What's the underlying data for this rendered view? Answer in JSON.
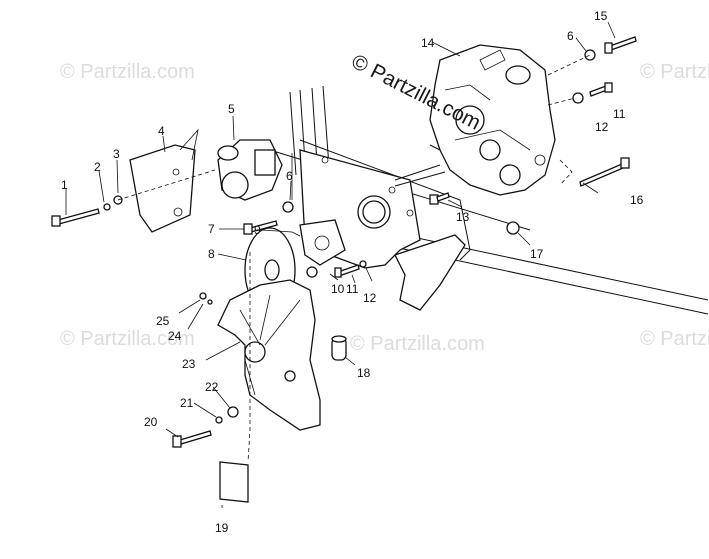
{
  "watermark": {
    "brand_text": "© Partzilla.com",
    "faint_text": "© Partzilla.com"
  },
  "callouts": [
    {
      "id": "1",
      "label": "1"
    },
    {
      "id": "2",
      "label": "2"
    },
    {
      "id": "3",
      "label": "3"
    },
    {
      "id": "4",
      "label": "4"
    },
    {
      "id": "5",
      "label": "5"
    },
    {
      "id": "6a",
      "label": "6"
    },
    {
      "id": "6b",
      "label": "6"
    },
    {
      "id": "7",
      "label": "7"
    },
    {
      "id": "8",
      "label": "8"
    },
    {
      "id": "9",
      "label": "9"
    },
    {
      "id": "10",
      "label": "10"
    },
    {
      "id": "11a",
      "label": "11"
    },
    {
      "id": "11b",
      "label": "11"
    },
    {
      "id": "12a",
      "label": "12"
    },
    {
      "id": "12b",
      "label": "12"
    },
    {
      "id": "13",
      "label": "13"
    },
    {
      "id": "14",
      "label": "14"
    },
    {
      "id": "15",
      "label": "15"
    },
    {
      "id": "16",
      "label": "16"
    },
    {
      "id": "17",
      "label": "17"
    },
    {
      "id": "18",
      "label": "18"
    },
    {
      "id": "19",
      "label": "19"
    },
    {
      "id": "20",
      "label": "20"
    },
    {
      "id": "21",
      "label": "21"
    },
    {
      "id": "22",
      "label": "22"
    },
    {
      "id": "23",
      "label": "23"
    },
    {
      "id": "24",
      "label": "24"
    },
    {
      "id": "25",
      "label": "25"
    }
  ]
}
